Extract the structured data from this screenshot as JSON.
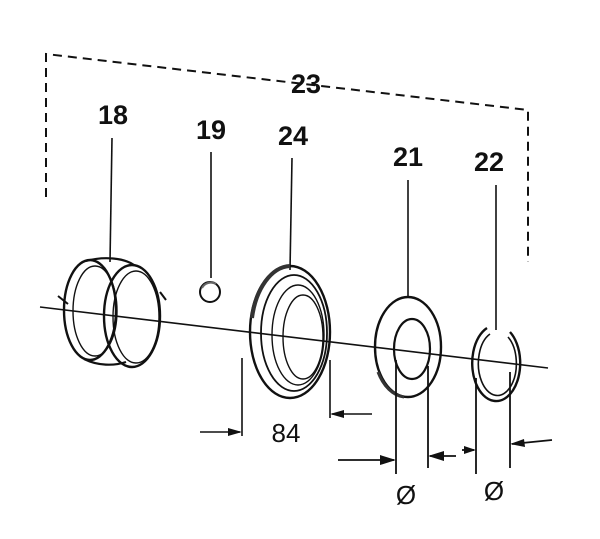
{
  "diagram": {
    "assembly_label": "23",
    "parts": {
      "spring": "18",
      "ball": "19",
      "seal": "24",
      "washer": "21",
      "snap_ring": "22"
    },
    "dimension_seal": "84",
    "diameter_washer": "Ø",
    "diameter_snap_ring": "Ø"
  }
}
